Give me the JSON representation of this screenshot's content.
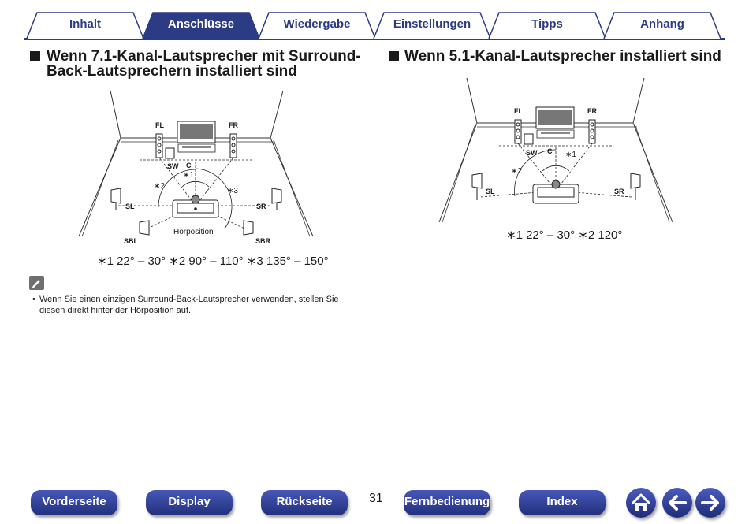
{
  "tabs": [
    {
      "label": "Inhalt",
      "active": false
    },
    {
      "label": "Anschlüsse",
      "active": true
    },
    {
      "label": "Wiedergabe",
      "active": false
    },
    {
      "label": "Einstellungen",
      "active": false
    },
    {
      "label": "Tipps",
      "active": false
    },
    {
      "label": "Anhang",
      "active": false
    }
  ],
  "left_section": {
    "title_line1": "Wenn 7.1-Kanal-Lautsprecher mit Surround-",
    "title_line2": "Back-Lautsprechern installiert sind",
    "diagram": {
      "fl": "FL",
      "fr": "FR",
      "sw": "SW",
      "c": "C",
      "sl": "SL",
      "sr": "SR",
      "sbl": "SBL",
      "sbr": "SBR",
      "position": "Hörposition",
      "mark1": "∗1",
      "mark2": "∗2",
      "mark3": "∗3"
    },
    "footnote": "∗1 22° – 30°  ∗2 90° – 110°  ∗3 135° – 150°"
  },
  "right_section": {
    "title": "Wenn 5.1-Kanal-Lautsprecher installiert sind",
    "diagram": {
      "fl": "FL",
      "fr": "FR",
      "sw": "SW",
      "c": "C",
      "sl": "SL",
      "sr": "SR",
      "mark1": "∗1",
      "mark2": "∗2"
    },
    "footnote": "∗1 22° – 30°  ∗2 120°"
  },
  "note": {
    "icon": "pencil-icon",
    "bullet": "•",
    "text": "Wenn Sie einen einzigen Surround-Back-Lautsprecher verwenden, stellen Sie diesen direkt hinter der Hörposition auf."
  },
  "bottom_nav": {
    "front_page": "Vorderseite",
    "display": "Display",
    "rear_page": "Rückseite",
    "page_number": "31",
    "remote": "Fernbedienung",
    "index": "Index"
  },
  "colors": {
    "brand": "#2b3b84",
    "tab_fill": "#ffffff",
    "active_tab_fill": "#2b3b84"
  }
}
